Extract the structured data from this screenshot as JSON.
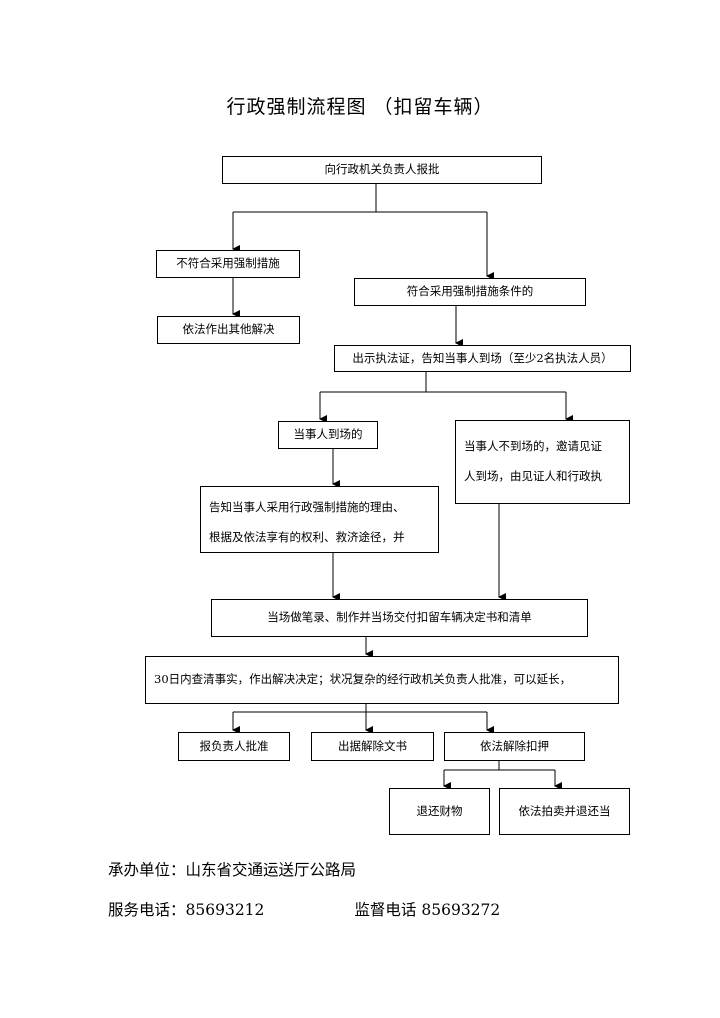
{
  "title": "行政强制流程图 （扣留车辆）",
  "nodes": {
    "report": "向行政机关负责人报批",
    "not_meet": "不符合采用强制措施",
    "dispose": "依法作出其他解决",
    "meet": "符合采用强制措施条件的",
    "show_cert": "出示执法证，告知当事人到场（至少2名执法人员）",
    "party_present": "当事人到场的",
    "party_absent_1": "当事人不到场的，邀请见证",
    "party_absent_2": "人到场，由见证人和行政执",
    "inform_1": "告知当事人采用行政强制措施的理由、",
    "inform_2": "根据及依法享有的权利、救济途径，并",
    "record": "当场做笔录、制作并当场交付扣留车辆决定书和清单",
    "investigate": "30日内查清事实，作出解决决定；状况复杂的经行政机关负责人批准，可以延长，",
    "approve": "报负责人批准",
    "release_doc": "出据解除文书",
    "lift": "依法解除扣押",
    "return_property": "退还财物",
    "auction": "依法拍卖并退还当"
  },
  "footer": {
    "unit_label": "承办单位：",
    "unit": "山东省交通运送厅公路局",
    "service_label": "服务电话：",
    "service_phone": "85693212",
    "supervise_label": "监督电话",
    "supervise_phone": "85693272"
  }
}
